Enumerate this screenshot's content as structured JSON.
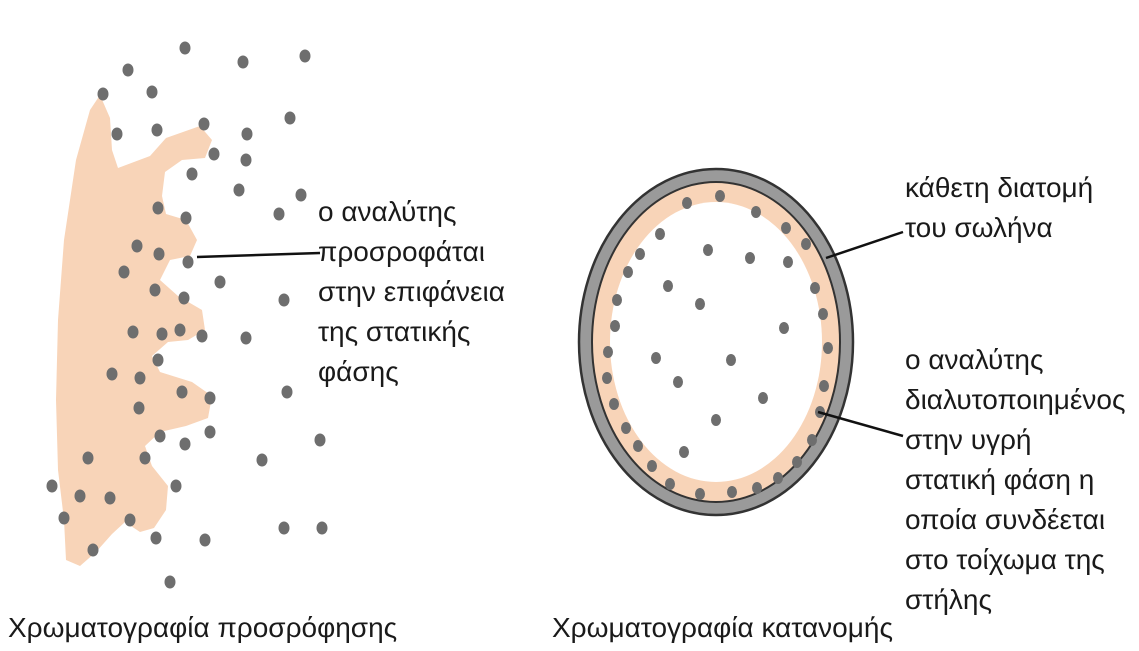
{
  "colors": {
    "stationary_phase": "#f8d4b8",
    "tube_wall": "#9a9a9a",
    "tube_outline": "#333333",
    "analyte_dot": "#6e6e6e",
    "leader_line": "#111111"
  },
  "adsorption_panel": {
    "note_lines": [
      "ο αναλύτης",
      "προσροφάται",
      "στην επιφάνεια",
      "της στατικής",
      "φάσης"
    ],
    "caption": "Χρωματογραφία προσρόφησης"
  },
  "partition_panel": {
    "cross_section_lines": [
      "κάθετη διατομή",
      "του σωλήνα"
    ],
    "note_lines": [
      "ο αναλύτης",
      "διαλυτοποιημένος",
      "στην υγρή",
      "στατική φάση η",
      "οποία συνδέεται",
      "στο τοίχωμα της",
      "στήλης"
    ],
    "caption": "Χρωματογραφία κατανομής"
  }
}
